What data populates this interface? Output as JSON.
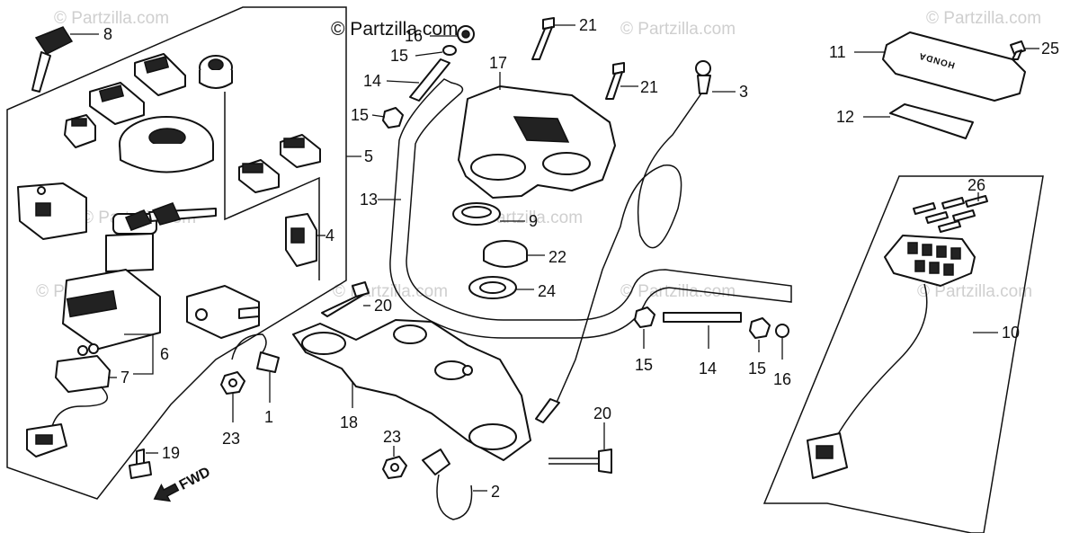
{
  "copyright": "© Partzilla.com",
  "watermarks": [
    "© Partzilla.com",
    "© Partzilla.com",
    "© Partzilla.com",
    "© Partzilla.com",
    "© Partzilla.com",
    "© Partzilla.com",
    "© Partzilla.com",
    "© Partzilla.com",
    "© Partzilla.com"
  ],
  "direction_label": "FWD",
  "emblem_text": "HONDA",
  "callouts": {
    "c1": "1",
    "c2": "2",
    "c3": "3",
    "c4": "4",
    "c5": "5",
    "c6": "6",
    "c7": "7",
    "c8": "8",
    "c9": "9",
    "c10": "10",
    "c11": "11",
    "c12": "12",
    "c13": "13",
    "c14a": "14",
    "c14b": "14",
    "c15a": "15",
    "c15b": "15",
    "c15c": "15",
    "c15d": "15",
    "c16a": "16",
    "c16b": "16",
    "c17": "17",
    "c18": "18",
    "c19": "19",
    "c20a": "20",
    "c20b": "20",
    "c21a": "21",
    "c21b": "21",
    "c22": "22",
    "c23a": "23",
    "c23b": "23",
    "c24": "24",
    "c25": "25",
    "c26": "26"
  },
  "colors": {
    "ink": "#111111",
    "watermark": "#cfcfcf",
    "background": "#ffffff"
  }
}
